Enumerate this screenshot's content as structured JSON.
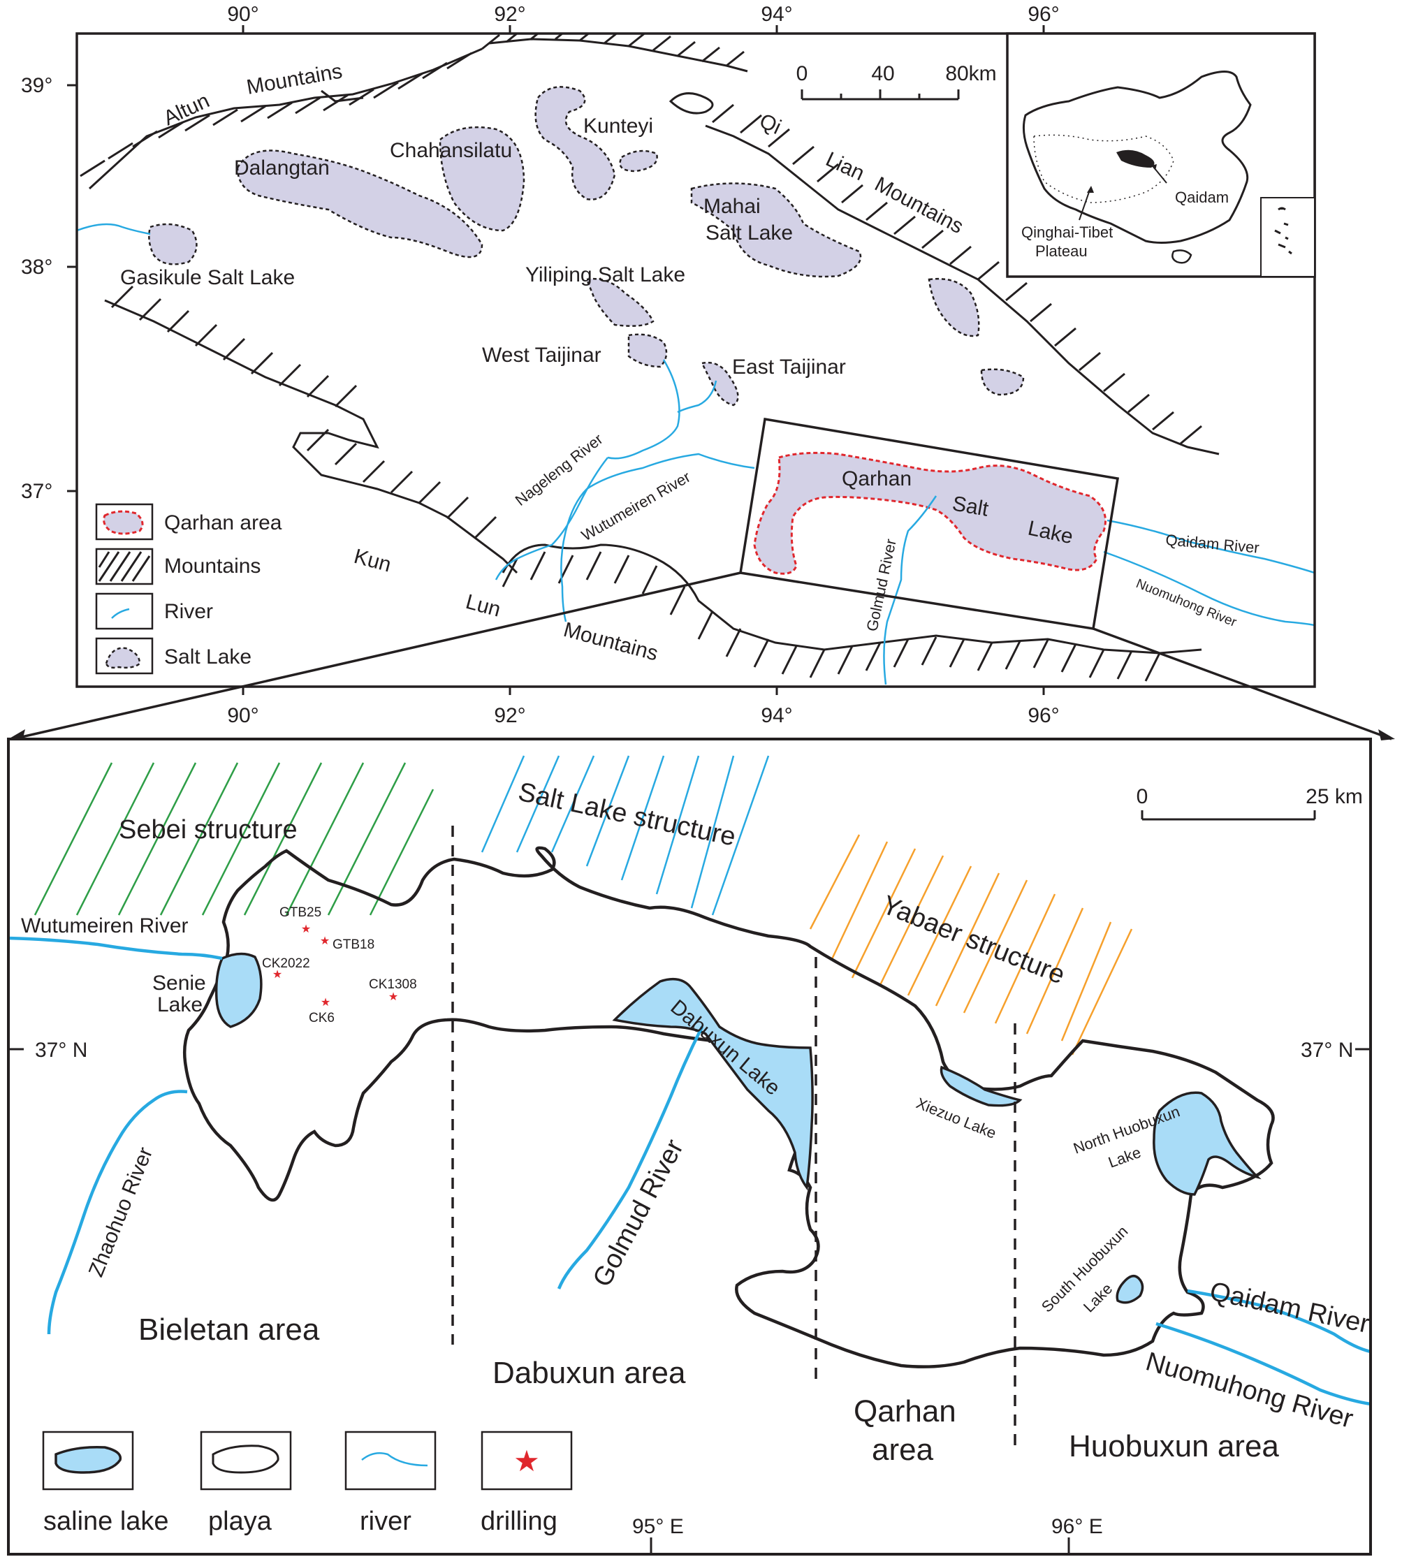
{
  "top_map": {
    "lon_ticks": [
      "90°",
      "92°",
      "94°",
      "96°"
    ],
    "lat_ticks": [
      "39°",
      "38°",
      "37°"
    ],
    "scale": {
      "labels": [
        "0",
        "40",
        "80km"
      ]
    },
    "mountains": [
      {
        "name": "altun",
        "words": [
          "Altun",
          "Mountains"
        ]
      },
      {
        "name": "qilian",
        "words": [
          "Qi",
          "Lian",
          "Mountains"
        ]
      },
      {
        "name": "kunlun",
        "words": [
          "Kun",
          "Lun",
          "Mountains"
        ]
      }
    ],
    "lakes": {
      "dalangtan": "Dalangtan",
      "chahansilatu": "Chahansilatu",
      "kunteyi": "Kunteyi",
      "mahai_1": "Mahai",
      "mahai_2": "Salt Lake",
      "gasikule": "Gasikule Salt Lake",
      "yiliping": "Yiliping Salt Lake",
      "west_taijinar": "West Taijinar",
      "east_taijinar": "East Taijinar",
      "qarhan": [
        "Qarhan",
        "Salt",
        "Lake"
      ]
    },
    "rivers": {
      "nageleng": "Nageleng River",
      "wutumeiren": "Wutumeiren River",
      "golmud": "Golmud River",
      "qaidam": "Qaidam River",
      "nuomuhong": "Nuomuhong River"
    },
    "legend": [
      "Qarhan area",
      "Mountains",
      "River",
      "Salt Lake"
    ],
    "inset": {
      "qaidam": "Qaidam",
      "plateau_1": "Qinghai-Tibet",
      "plateau_2": "Plateau"
    }
  },
  "bottom_map": {
    "scale": {
      "labels": [
        "0",
        "25 km"
      ]
    },
    "lat_label": "37° N",
    "lon_ticks": [
      "95° E",
      "96° E"
    ],
    "structures": {
      "sebei": "Sebei structure",
      "saltlake": "Salt Lake structure",
      "yabaer": "Yabaer structure"
    },
    "rivers": {
      "wutumeiren": "Wutumeiren  River",
      "zhaohuo": "Zhaohuo River",
      "golmud": "Golmud  River",
      "qaidam": "Qaidam  River",
      "nuomuhong": "Nuomuhong  River"
    },
    "lakes": {
      "senie_1": "Senie",
      "senie_2": "Lake",
      "dabuxun": "Dabuxun Lake",
      "xiezuo": "Xiezuo Lake",
      "north_huobuxun_1": "North Huobuxun",
      "north_huobuxun_2": "Lake",
      "south_huobuxun_1": "South Huobuxun",
      "south_huobuxun_2": "Lake"
    },
    "drillings": [
      "GTB25",
      "GTB18",
      "CK2022",
      "CK1308",
      "CK6"
    ],
    "areas": {
      "bieletan": "Bieletan area",
      "dabuxun": "Dabuxun area",
      "qarhan_1": "Qarhan",
      "qarhan_2": "area",
      "huobuxun": "Huobuxun area"
    },
    "legend": [
      "saline lake",
      "playa",
      "river",
      "drilling"
    ]
  },
  "colors": {
    "salt_lake_fill": "#d3d1e6",
    "saline_lake_fill": "#a9dcf7",
    "river": "#27a9e1",
    "qarhan_outline": "#e0272d",
    "sebei_structure": "#2e9e47",
    "saltlake_structure": "#27a9e1",
    "yabaer_structure": "#f6a02c",
    "drilling_star": "#e0272d"
  }
}
